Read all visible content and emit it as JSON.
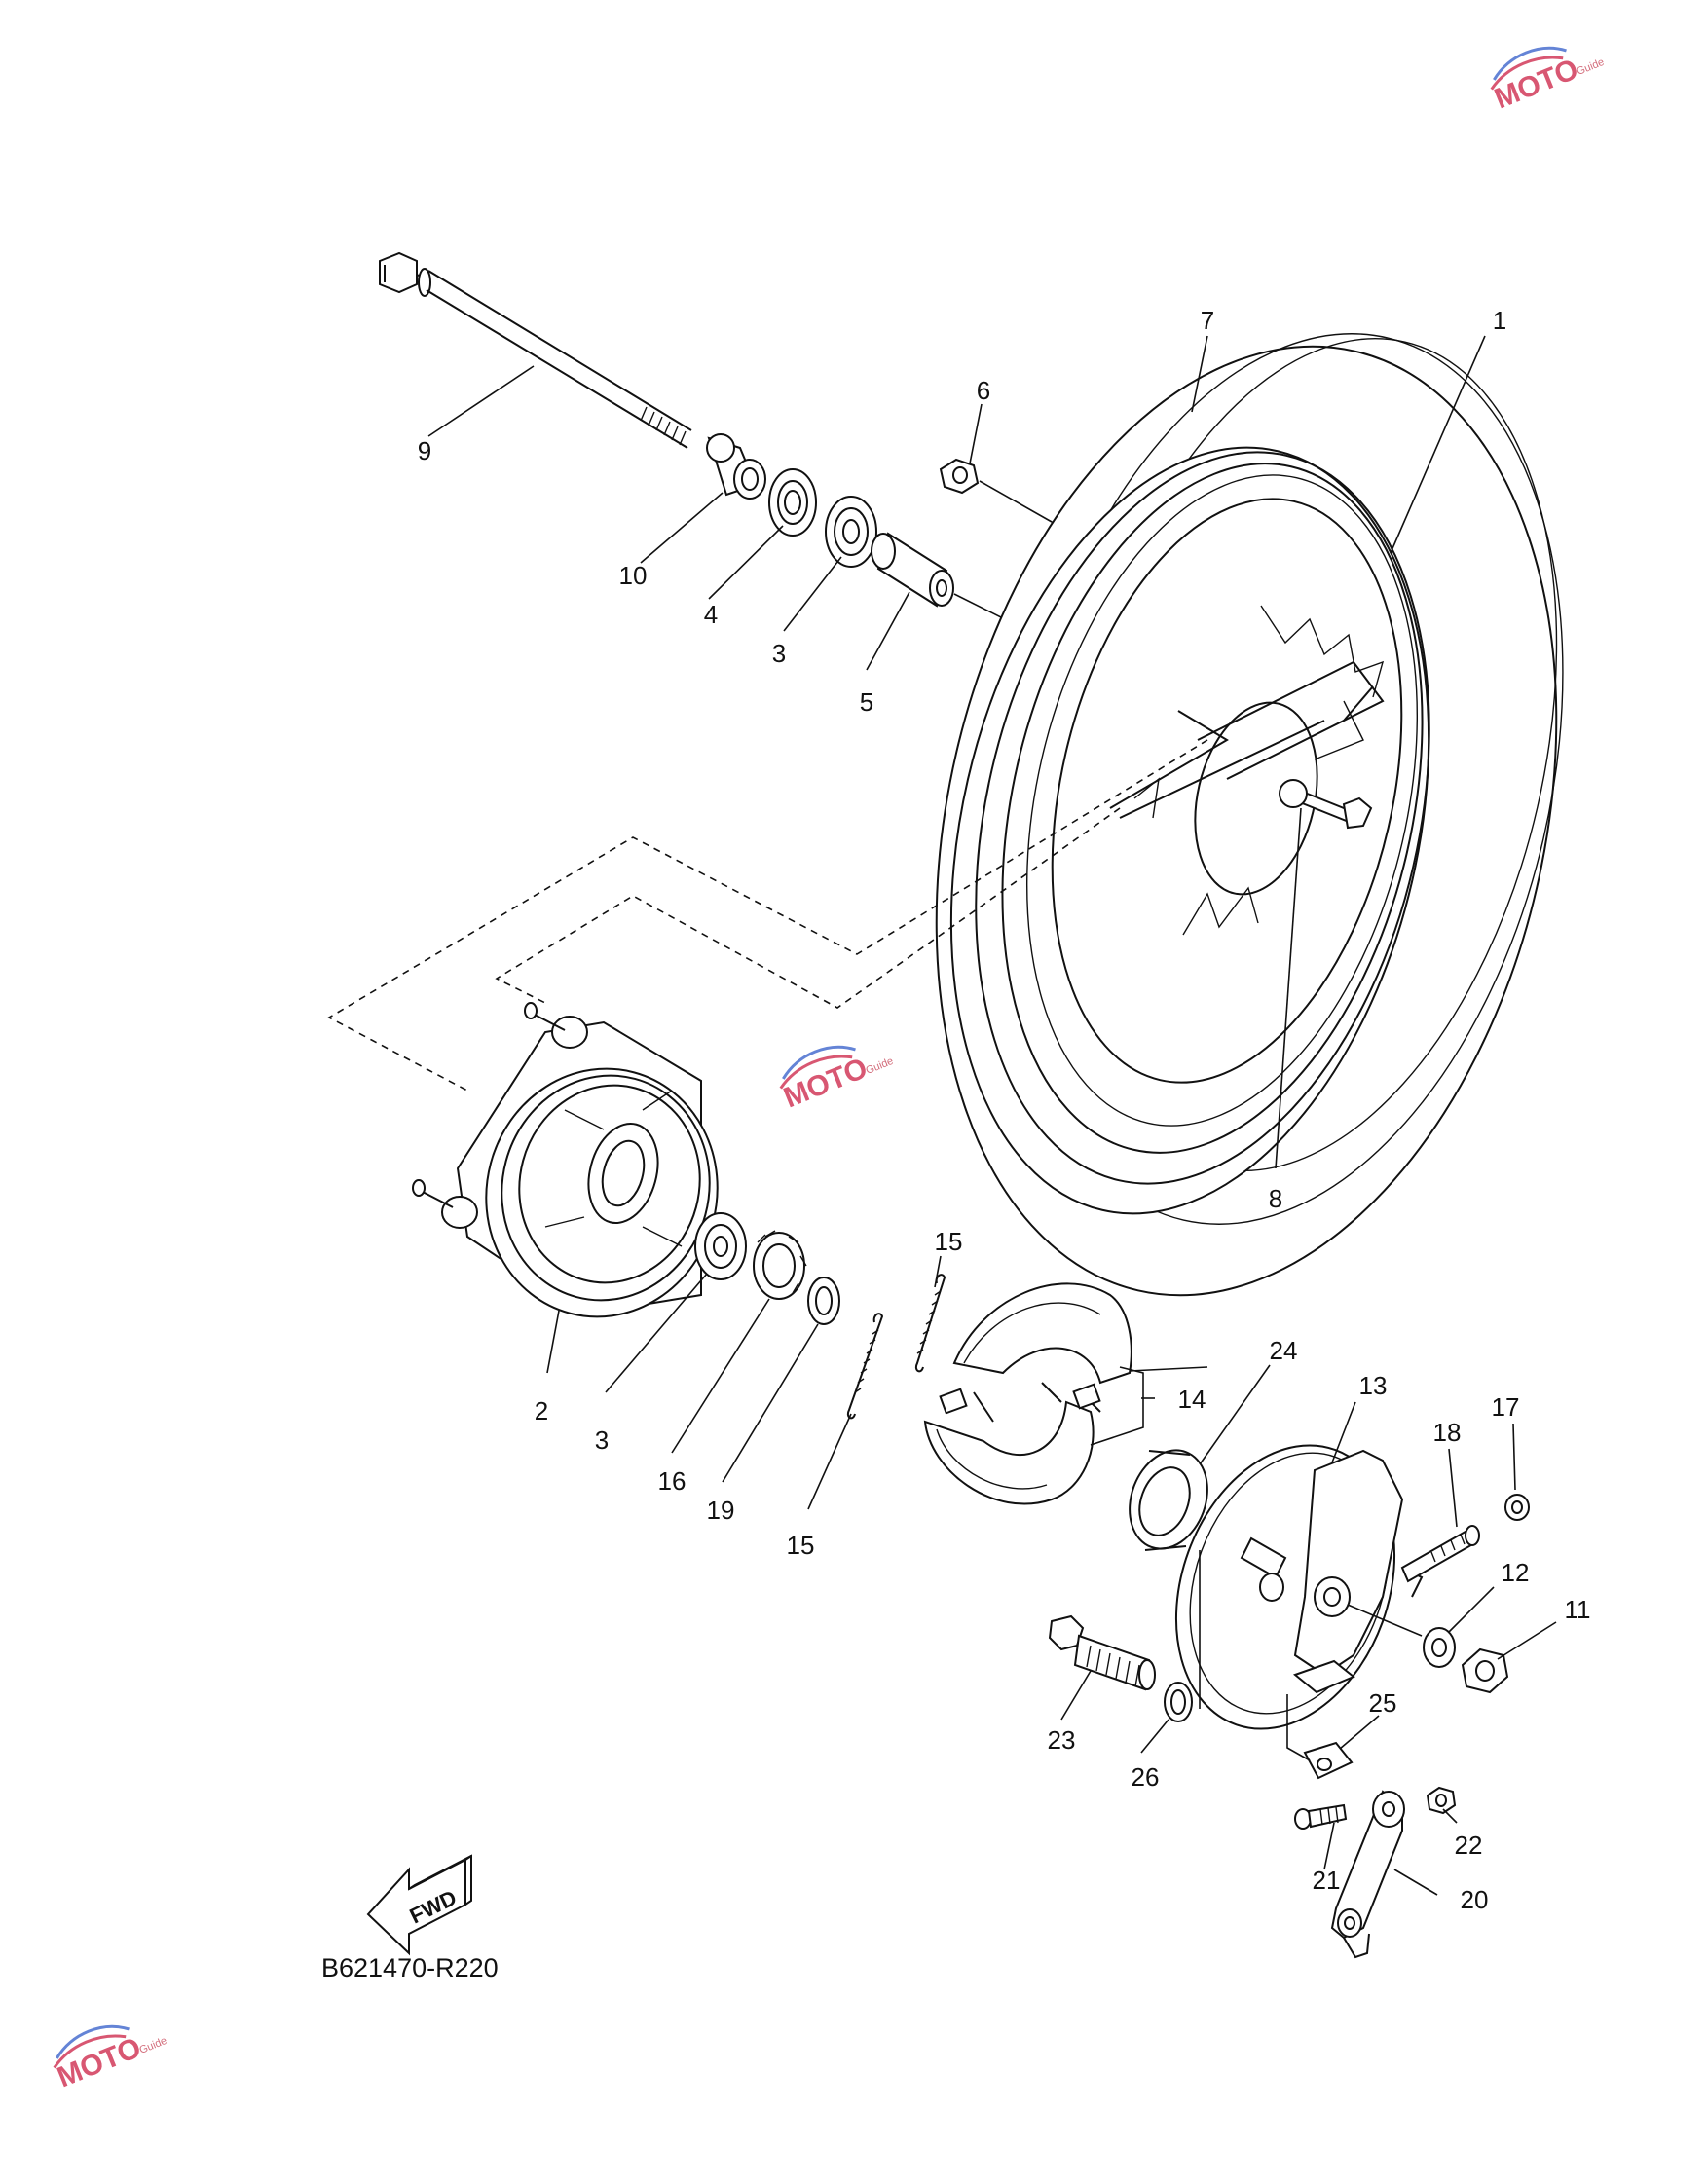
{
  "diagram": {
    "code": "B621470-R220",
    "fwd_label": "FWD",
    "watermark": {
      "brand": "MOTO",
      "sub": "Guide",
      "colors": {
        "primary": "#d23a5a",
        "secondary": "#4a6fd0"
      }
    },
    "callouts": [
      {
        "id": "c1",
        "label": "1"
      },
      {
        "id": "c2",
        "label": "2"
      },
      {
        "id": "c3a",
        "label": "3"
      },
      {
        "id": "c3b",
        "label": "3"
      },
      {
        "id": "c4",
        "label": "4"
      },
      {
        "id": "c5",
        "label": "5"
      },
      {
        "id": "c6",
        "label": "6"
      },
      {
        "id": "c7",
        "label": "7"
      },
      {
        "id": "c8",
        "label": "8"
      },
      {
        "id": "c9",
        "label": "9"
      },
      {
        "id": "c10",
        "label": "10"
      },
      {
        "id": "c11",
        "label": "11"
      },
      {
        "id": "c12",
        "label": "12"
      },
      {
        "id": "c13",
        "label": "13"
      },
      {
        "id": "c14",
        "label": "14"
      },
      {
        "id": "c15a",
        "label": "15"
      },
      {
        "id": "c15b",
        "label": "15"
      },
      {
        "id": "c16",
        "label": "16"
      },
      {
        "id": "c17",
        "label": "17"
      },
      {
        "id": "c18",
        "label": "18"
      },
      {
        "id": "c19",
        "label": "19"
      },
      {
        "id": "c20",
        "label": "20"
      },
      {
        "id": "c21",
        "label": "21"
      },
      {
        "id": "c22",
        "label": "22"
      },
      {
        "id": "c23",
        "label": "23"
      },
      {
        "id": "c24",
        "label": "24"
      },
      {
        "id": "c25",
        "label": "25"
      },
      {
        "id": "c26",
        "label": "26"
      }
    ]
  }
}
